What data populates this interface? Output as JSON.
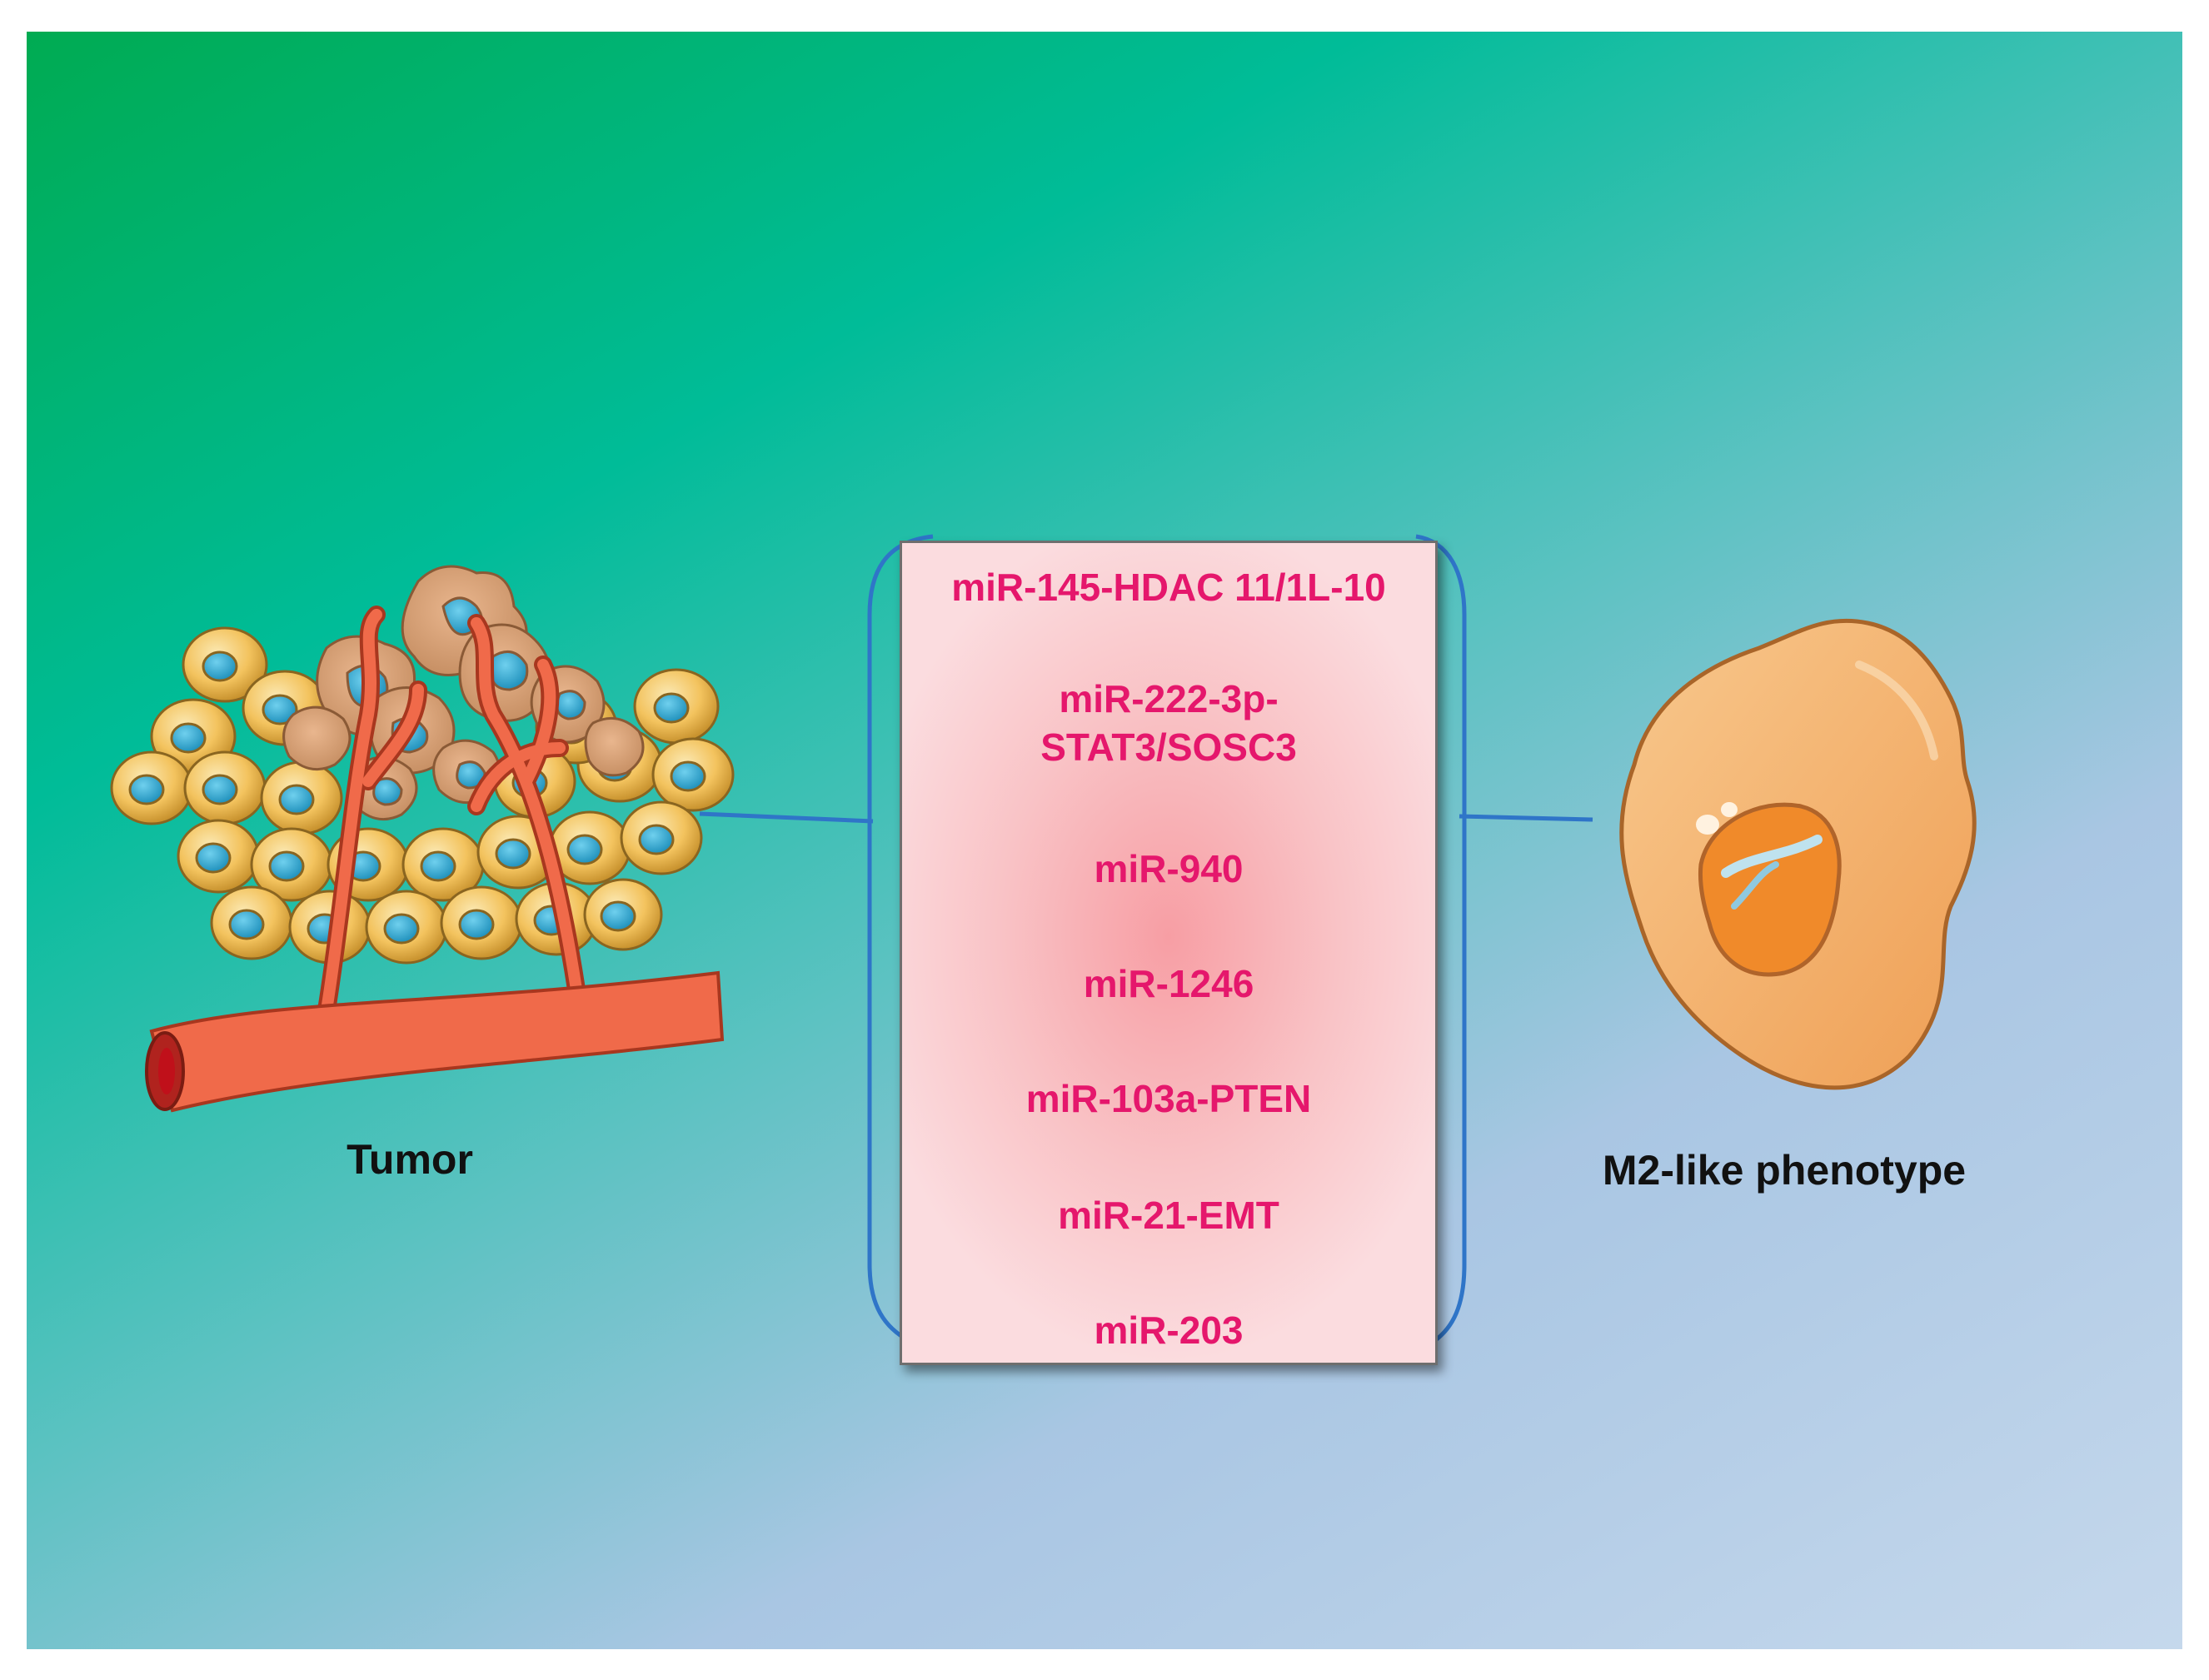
{
  "labels": {
    "tumor": "Tumor",
    "macrophage": "M2-like phenotype"
  },
  "mirnas": [
    "miR-145-HDAC 11/1L-10",
    "miR-222-3p-\nSTAT3/SOSC3",
    "miR-940",
    "miR-1246",
    "miR-103a-PTEN",
    "miR-21-EMT",
    "miR-203"
  ],
  "colors": {
    "mirna_text": "#e5176c",
    "connector": "#2f75c8",
    "vessel": "#f06a4a",
    "cell_fill": "#f3c35e",
    "nucleus": "#2aa6d0",
    "macrophage": "#f2ae68"
  },
  "icons": [
    "tumor-with-blood-vessel-icon",
    "m2-macrophage-icon"
  ]
}
